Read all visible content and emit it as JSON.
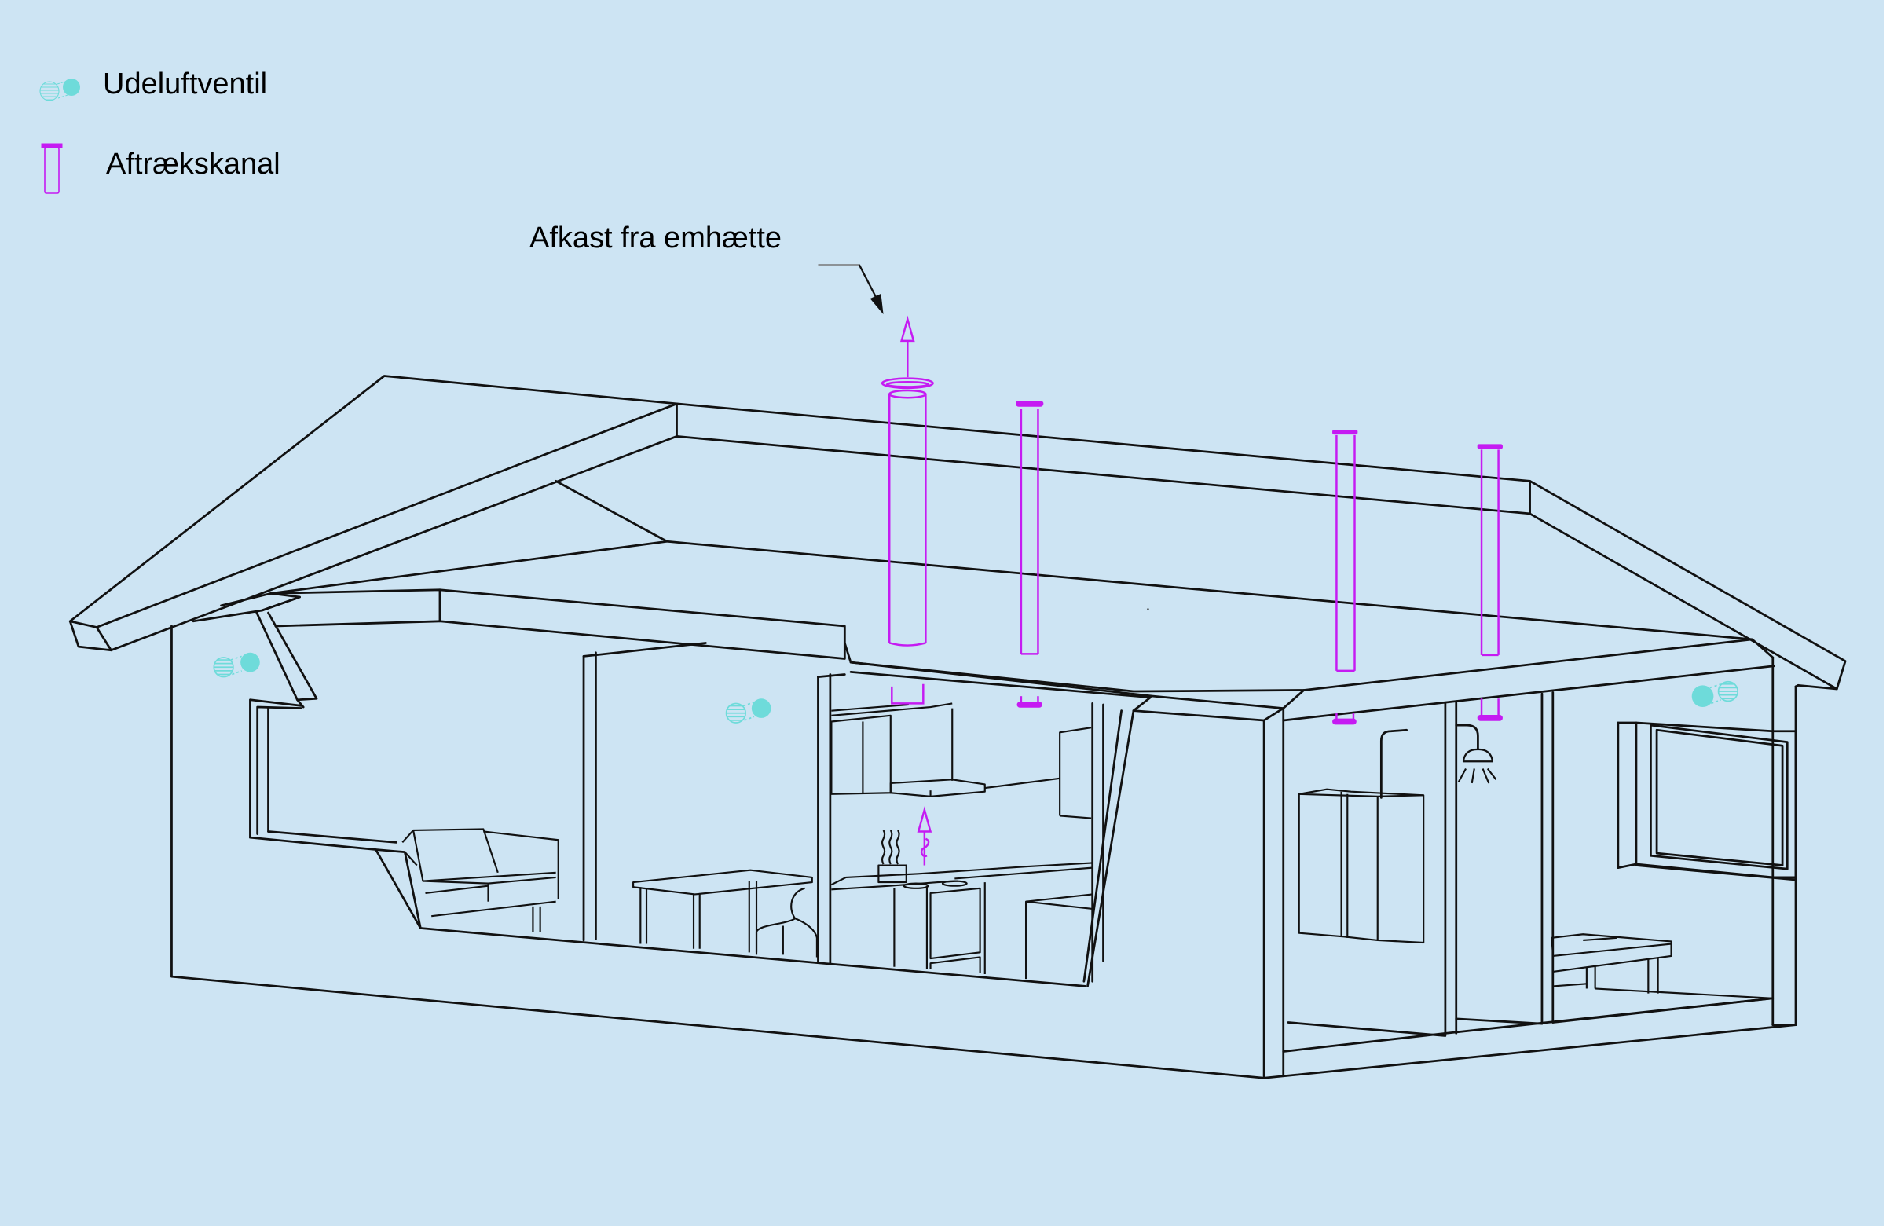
{
  "legend": {
    "items": [
      {
        "icon": "outdoor-air-valve-icon",
        "label": "Udeluftventil",
        "color": "#6EDBDA"
      },
      {
        "icon": "exhaust-duct-icon",
        "label": "Aftrækskanal",
        "color": "#C51BF2"
      }
    ]
  },
  "annotation": {
    "label": "Afkast fra emhætte"
  },
  "colors": {
    "background": "#CDE4F3",
    "outline": "#111111",
    "exhaust_duct": "#C51BF2",
    "outdoor_air_valve": "#6EDBDA"
  },
  "diagram": {
    "rooms": [
      "living-room",
      "dining-area",
      "kitchen",
      "utility-room",
      "bathroom",
      "bedroom"
    ],
    "exhaust_ducts": 4,
    "outdoor_air_valves": 3
  }
}
